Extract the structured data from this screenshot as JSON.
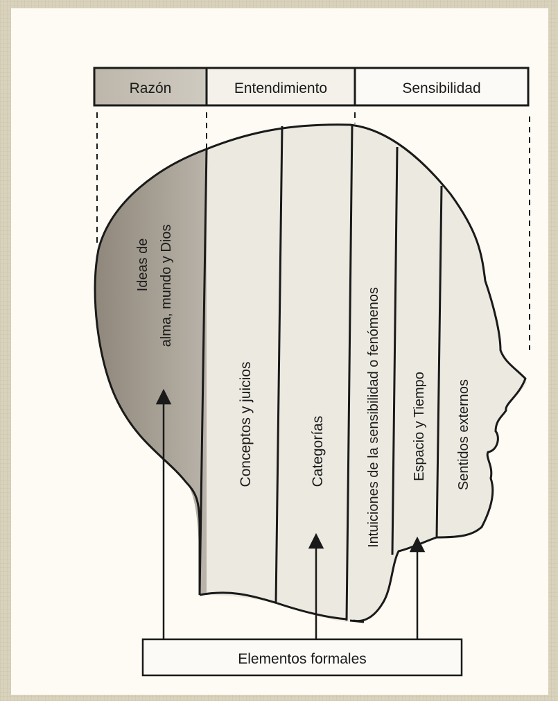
{
  "header": {
    "razon": "Razón",
    "entendimiento": "Entendimiento",
    "sensibilidad": "Sensibilidad"
  },
  "bands": {
    "ideas_line1": "Ideas de",
    "ideas_line2": "alma, mundo y Dios",
    "conceptos": "Conceptos y juicios",
    "categorias": "Categorías",
    "intuiciones": "Intuiciones de la sensibilidad o fenómenos",
    "espacio": "Espacio y Tiempo",
    "sentidos": "Sentidos externos"
  },
  "footer": {
    "elementos": "Elementos formales"
  },
  "colors": {
    "ink": "#1a1a1a",
    "razon_fill": "#a39c92",
    "light_fill": "#ece9e0",
    "paper": "#fdfbf3"
  }
}
